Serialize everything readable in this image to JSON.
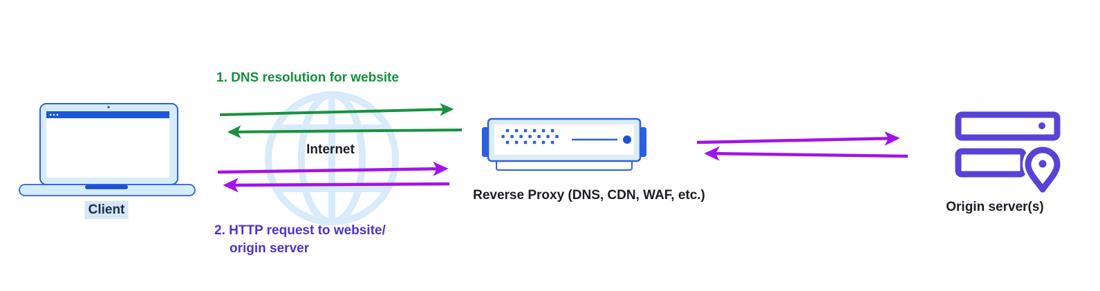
{
  "nodes": {
    "client": {
      "label": "Client",
      "icon": "laptop-icon"
    },
    "internet": {
      "label": "Internet",
      "icon": "globe-icon"
    },
    "proxy": {
      "label": "Reverse Proxy (DNS, CDN, WAF, etc.)",
      "icon": "proxy-appliance-icon"
    },
    "origin": {
      "label": "Origin server(s)",
      "icon": "server-stack-location-icon"
    }
  },
  "flows": {
    "dns": {
      "step": "1",
      "label": "1. DNS resolution for website",
      "direction": "bidirectional",
      "arrow_color": "#17923e",
      "text_color": "#13913c"
    },
    "http": {
      "step": "2",
      "label_line1": "2. HTTP request to website/",
      "label_line2": "origin server",
      "direction": "bidirectional",
      "arrow_color": "#a213ec",
      "text_color": "#4c33cc"
    },
    "proxy_to_origin": {
      "direction": "bidirectional",
      "arrow_color": "#a213ec"
    }
  },
  "colors": {
    "background": "#ffffff",
    "device_outline_blue": "#2d5fe2",
    "device_fill_light_blue": "#d6ecfa",
    "titlebar_blue": "#1d56d8",
    "globe_light_blue": "#d7ebfa",
    "origin_purple": "#5843d8",
    "label_dark": "#1b1d23",
    "client_text_navy": "#14304a",
    "client_highlight": "#d7e6f7"
  }
}
